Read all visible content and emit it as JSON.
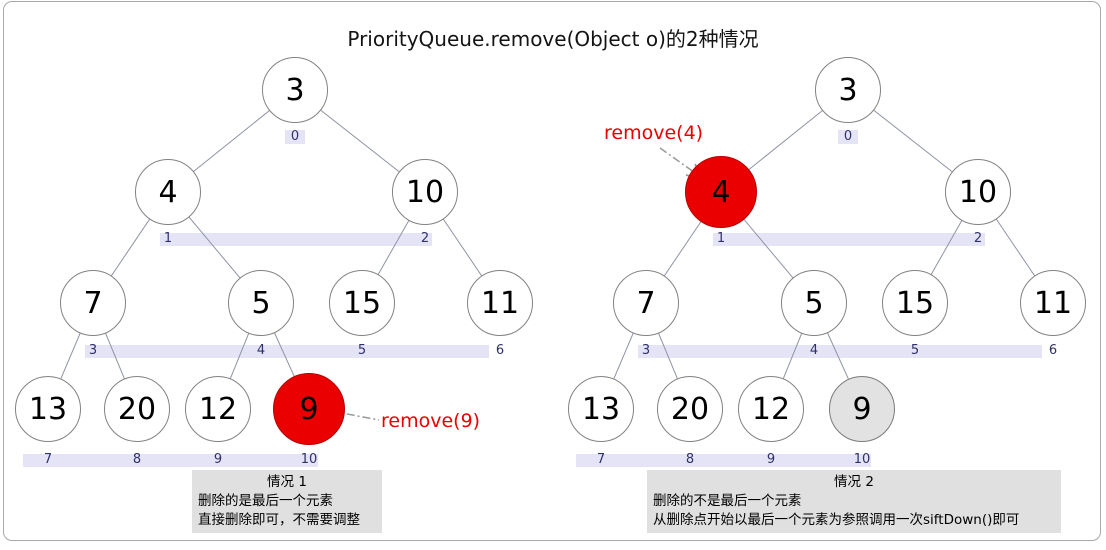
{
  "title": "PriorityQueue.remove(Object o)的2种情况",
  "colors": {
    "highlight_red": "#ea0000",
    "removed_gray": "#e2e2e2",
    "index_bar": "#e4e4f6",
    "index_text": "#30306a",
    "caption_bg": "#e0e0e0",
    "arrow_gray": "#999999",
    "node_stroke": "#828282",
    "edge": "#8f94a4"
  },
  "trees": [
    {
      "name": "case-1",
      "remove_label": "remove(9)",
      "caption": {
        "title": "情况 1",
        "line1": "删除的是最后一个元素",
        "line2": "直接删除即可，不需要调整"
      },
      "nodes": [
        {
          "v": "3",
          "i": "0"
        },
        {
          "v": "4",
          "i": "1"
        },
        {
          "v": "10",
          "i": "2"
        },
        {
          "v": "7",
          "i": "3"
        },
        {
          "v": "5",
          "i": "4"
        },
        {
          "v": "15",
          "i": "5"
        },
        {
          "v": "11",
          "i": "6"
        },
        {
          "v": "13",
          "i": "7"
        },
        {
          "v": "20",
          "i": "8"
        },
        {
          "v": "12",
          "i": "9"
        },
        {
          "v": "9",
          "i": "10",
          "hl": "red"
        }
      ]
    },
    {
      "name": "case-2",
      "remove_label": "remove(4)",
      "caption": {
        "title": "情况 2",
        "line1": "删除的不是最后一个元素",
        "line2": "从删除点开始以最后一个元素为参照调用一次siftDown()即可"
      },
      "nodes": [
        {
          "v": "3",
          "i": "0"
        },
        {
          "v": "4",
          "i": "1",
          "hl": "red"
        },
        {
          "v": "10",
          "i": "2"
        },
        {
          "v": "7",
          "i": "3"
        },
        {
          "v": "5",
          "i": "4"
        },
        {
          "v": "15",
          "i": "5"
        },
        {
          "v": "11",
          "i": "6"
        },
        {
          "v": "13",
          "i": "7"
        },
        {
          "v": "20",
          "i": "8"
        },
        {
          "v": "12",
          "i": "9"
        },
        {
          "v": "9",
          "i": "10",
          "hl": "gray"
        }
      ]
    }
  ]
}
